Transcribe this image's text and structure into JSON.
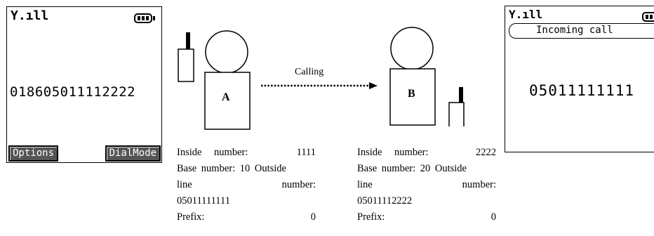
{
  "phone_a_screen": {
    "dialed_number": "018605011112222",
    "softkey_left": "Options",
    "softkey_right": "DialMode"
  },
  "phone_b_screen": {
    "header": "Incoming call",
    "caller_number": "05011111111"
  },
  "person_a": {
    "label": "A"
  },
  "person_b": {
    "label": "B"
  },
  "arrow": {
    "label": "Calling"
  },
  "info_a": {
    "inside_label": "Inside number:",
    "inside_value": "1111",
    "base_line": "Base number: 10 Outside",
    "line_word": "line",
    "number_word": "number:",
    "outside_value": "05011111111",
    "prefix_label": "Prefix:",
    "prefix_value": "0"
  },
  "info_b": {
    "inside_label": "Inside number:",
    "inside_value": "2222",
    "base_line": "Base number: 20 Outside",
    "line_word": "line",
    "number_word": "number:",
    "outside_value": "05011112222",
    "prefix_label": "Prefix:",
    "prefix_value": "0"
  },
  "icons": {
    "signal": "signal-strength-icon",
    "battery": "battery-icon",
    "handset": "mobile-phone-icon"
  }
}
